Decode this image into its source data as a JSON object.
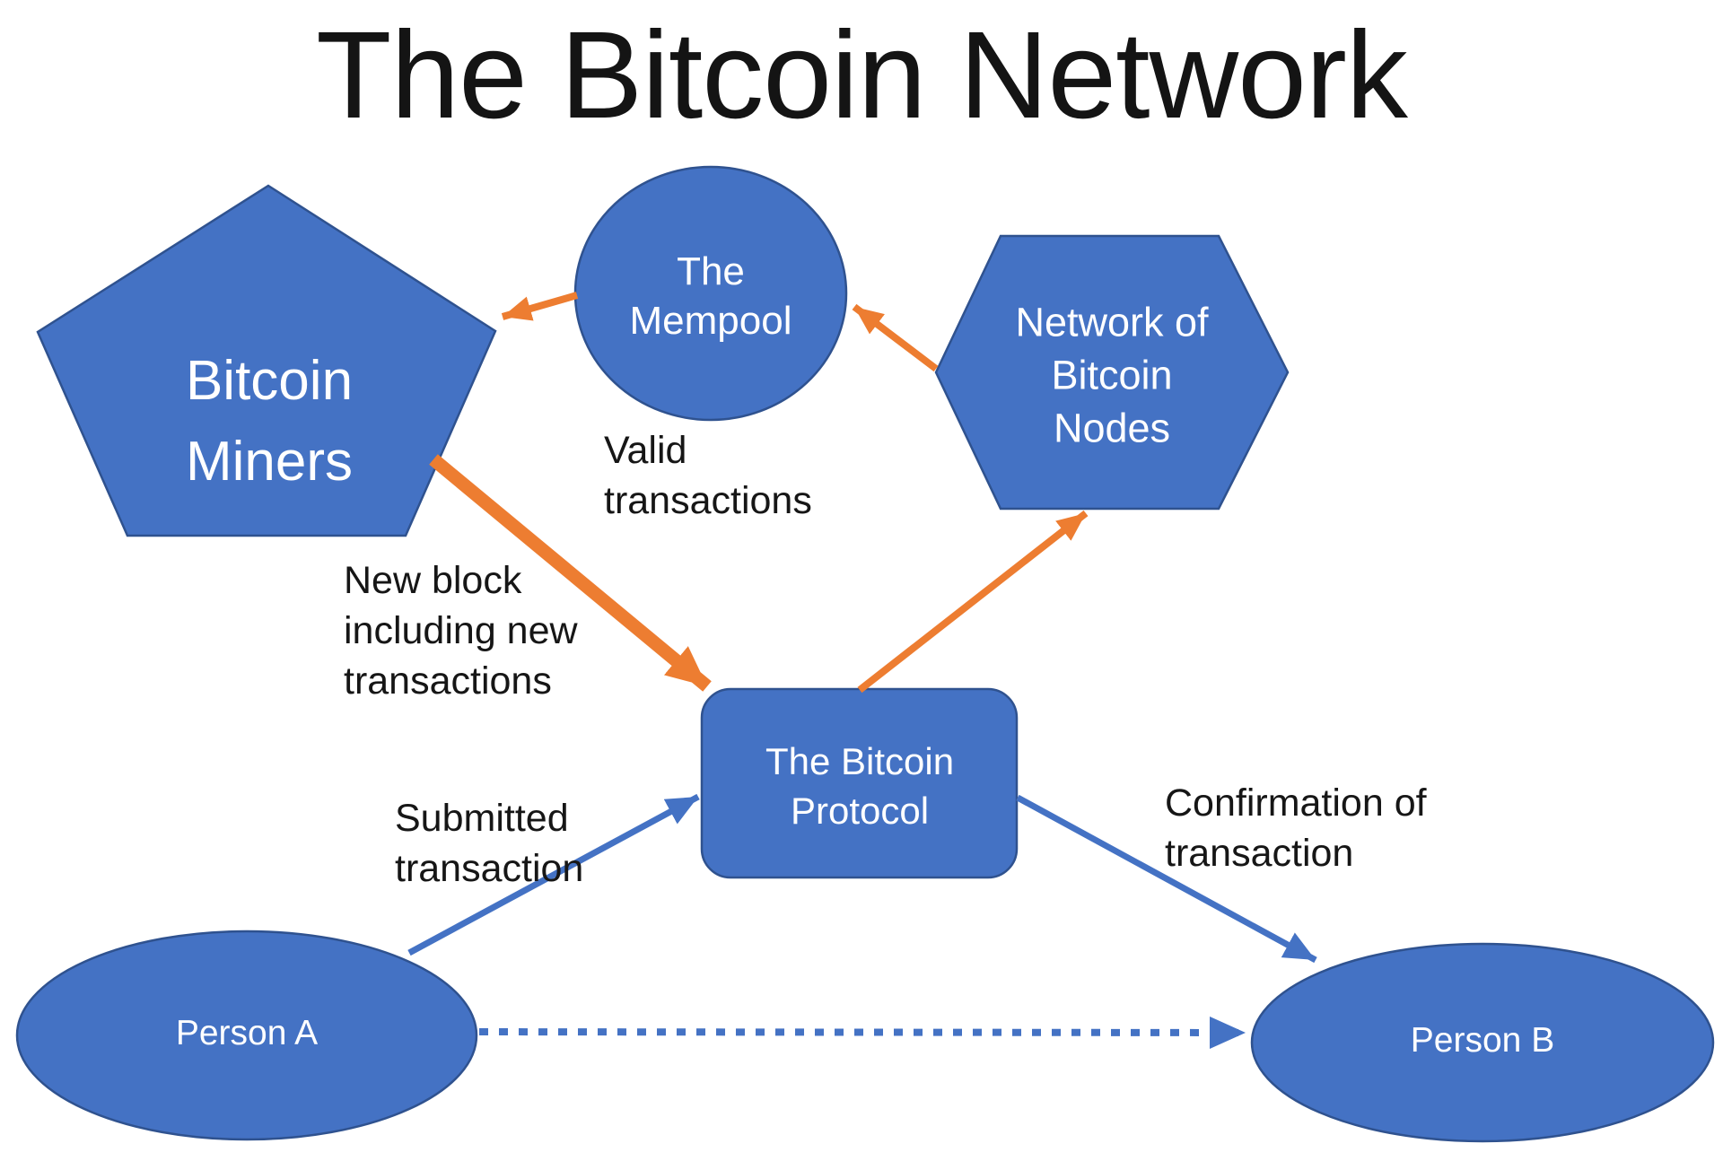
{
  "title": "The Bitcoin Network",
  "colors": {
    "background": "#FFFFFF",
    "shape_fill": "#4472C4",
    "shape_border": "#2F528F",
    "arrow_orange": "#ED7D31",
    "arrow_blue": "#4472C4",
    "node_text": "#FFFFFF",
    "label_text": "#161616",
    "title_text": "#141414"
  },
  "nodes": {
    "miners": {
      "shape": "pentagon",
      "lines": [
        "Bitcoin",
        "Miners"
      ]
    },
    "mempool": {
      "shape": "circle",
      "lines": [
        "The",
        "Mempool"
      ]
    },
    "nodes_network": {
      "shape": "hexagon",
      "lines": [
        "Network of",
        "Bitcoin",
        "Nodes"
      ]
    },
    "protocol": {
      "shape": "rounded-rectangle",
      "lines": [
        "The Bitcoin",
        "Protocol"
      ]
    },
    "person_a": {
      "shape": "ellipse",
      "lines": [
        "Person A"
      ]
    },
    "person_b": {
      "shape": "ellipse",
      "lines": [
        "Person B"
      ]
    }
  },
  "labels": {
    "valid_transactions": {
      "lines": [
        "Valid",
        "transactions"
      ]
    },
    "new_block": {
      "lines": [
        "New block",
        "including new",
        "transactions"
      ]
    },
    "submitted": {
      "lines": [
        "Submitted",
        "transaction"
      ]
    },
    "confirmation": {
      "lines": [
        "Confirmation of",
        "transaction"
      ]
    }
  },
  "edges": [
    {
      "from": "mempool",
      "to": "miners",
      "color": "orange",
      "style": "solid",
      "label_ref": ""
    },
    {
      "from": "nodes_network",
      "to": "mempool",
      "color": "orange",
      "style": "solid",
      "label_ref": "valid_transactions"
    },
    {
      "from": "miners",
      "to": "protocol",
      "color": "orange",
      "style": "thick-solid",
      "label_ref": "new_block"
    },
    {
      "from": "protocol",
      "to": "nodes_network",
      "color": "orange",
      "style": "solid",
      "label_ref": ""
    },
    {
      "from": "person_a",
      "to": "protocol",
      "color": "blue",
      "style": "solid",
      "label_ref": "submitted"
    },
    {
      "from": "protocol",
      "to": "person_b",
      "color": "blue",
      "style": "solid",
      "label_ref": "confirmation"
    },
    {
      "from": "person_a",
      "to": "person_b",
      "color": "blue",
      "style": "dotted",
      "label_ref": ""
    }
  ]
}
